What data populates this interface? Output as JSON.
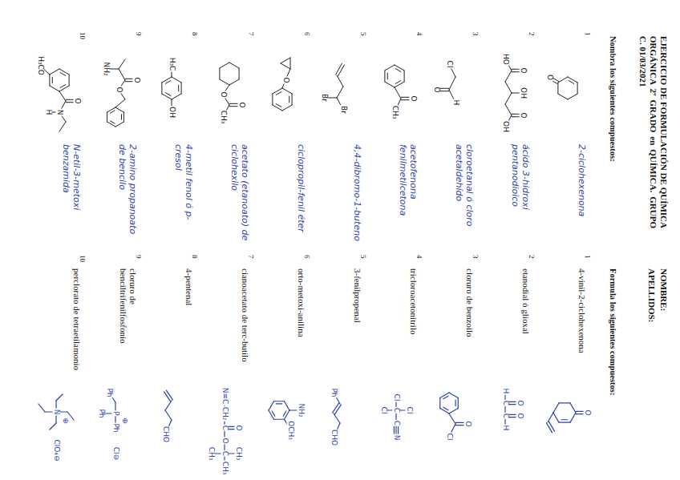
{
  "diagram": {
    "title": "EJERCICIO DE FORMULACIÓN DE QUÍMICA ORGÁNICA 2º GRADO en QUÍMICA. GRUPO C. 01/03/2021",
    "labels": [
      "NOMBRE:",
      "APELLIDOS:",
      "Nombra los siguientes compuestos:",
      "Formula los siguientes compuestos:",
      "1",
      "O",
      "2-ciclohexenona",
      "1",
      "4-vinil-2-ciclohexenona",
      "O",
      "2",
      "HO",
      "O",
      "OH",
      "O",
      "OH",
      "ácido 3-hidroxi pentanodioico",
      "2",
      "etanodial ó glioxal",
      "H",
      "C",
      "C",
      "H",
      "O",
      "O",
      "3",
      "Cl",
      "O",
      "H",
      "cloroetanal ó cloro acetaldehído",
      "3",
      "cloruro de benzoilo",
      "O",
      "Cl",
      "4",
      "O",
      "CH₃",
      "acetofenona fenilmetilcetona",
      "4",
      "tricloroacetonitrilo",
      "Cl",
      "Cl",
      "C",
      "C",
      "N",
      "Cl",
      "5",
      "Br",
      "Br",
      "4,4-dibromo-1-buteno",
      "5",
      "3-fenilpropenal",
      "Ph",
      "CHO",
      "6",
      "O",
      "ciclopropil-fenil éter",
      "6",
      "orto-metoxi-anilina",
      "NH₂",
      "OCH₃",
      "7",
      "O",
      "O",
      "CH₃",
      "acetato (etanoato) de ciclohexilo",
      "7",
      "cianoacetato de terc-butilo",
      "N≡C",
      "CH₂",
      "C",
      "O",
      "C",
      "CH₃",
      "O",
      "CH₃",
      "CH₃",
      "8",
      "H₃C",
      "OH",
      "4-metil fenol ó p-cresol",
      "8",
      "4-pentenal",
      "CHO",
      "9",
      "NH₂",
      "O",
      "O",
      "2-amino propanoato de bencilo",
      "9",
      "cloruro de benciltrifenilfosfonio",
      "Ph",
      "⊕",
      "P",
      "Ph",
      "Ph",
      "Cl⊖",
      "10",
      "H₃CO",
      "O",
      "N",
      "H",
      "N-etil-3-metoxi benzamida",
      "10",
      "perclorato de tetraetilamonio",
      "N",
      "⊕",
      "ClO₄⊖"
    ]
  }
}
